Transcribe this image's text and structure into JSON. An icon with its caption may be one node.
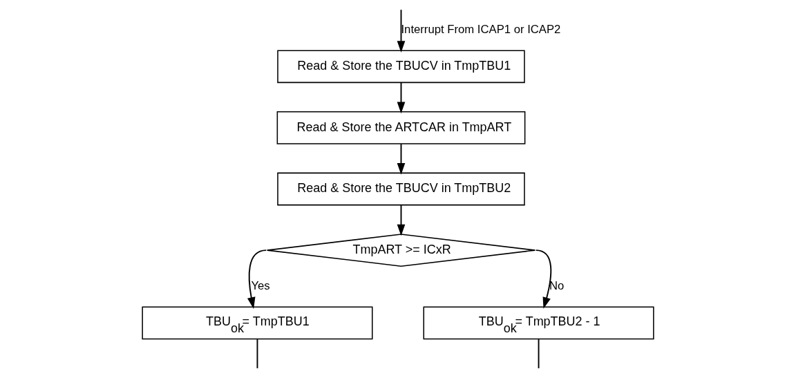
{
  "diagram": {
    "nodes": [
      {
        "text": [
          "Read & Store the TBUCV in TmpTBU1"
        ]
      },
      {
        "text": [
          "Read & Store the ARTCAR in TmpART"
        ]
      },
      {
        "text": [
          "Read & Store the TBUCV in TmpTBU2"
        ]
      },
      {
        "text": [
          "TmpART >= ICxR"
        ]
      },
      {
        "text": [
          "TBU$_{ok}$= TmpTBU1"
        ]
      },
      {
        "text": [
          "TBU$_{ok}$= TmpTBU2 - 1"
        ]
      }
    ],
    "edges": [
      {
        "from": null,
        "to": 0,
        "arrow": "to",
        "label": "Interrupt From ICAP1 or ICAP2"
      },
      {
        "from": 0,
        "to": 1,
        "arrow": "to"
      },
      {
        "from": 1,
        "to": 2,
        "arrow": "to"
      },
      {
        "from": 2,
        "to": 3,
        "arrow": "to"
      },
      {
        "from": 3,
        "to": 4,
        "arrow": "to",
        "label": "Yes"
      },
      {
        "from": 3,
        "to": 5,
        "arrow": "to",
        "label": "No"
      },
      {
        "from": 4,
        "to": null,
        "arrow": "none"
      },
      {
        "from": 5,
        "to": null,
        "arrow": "none"
      }
    ]
  }
}
